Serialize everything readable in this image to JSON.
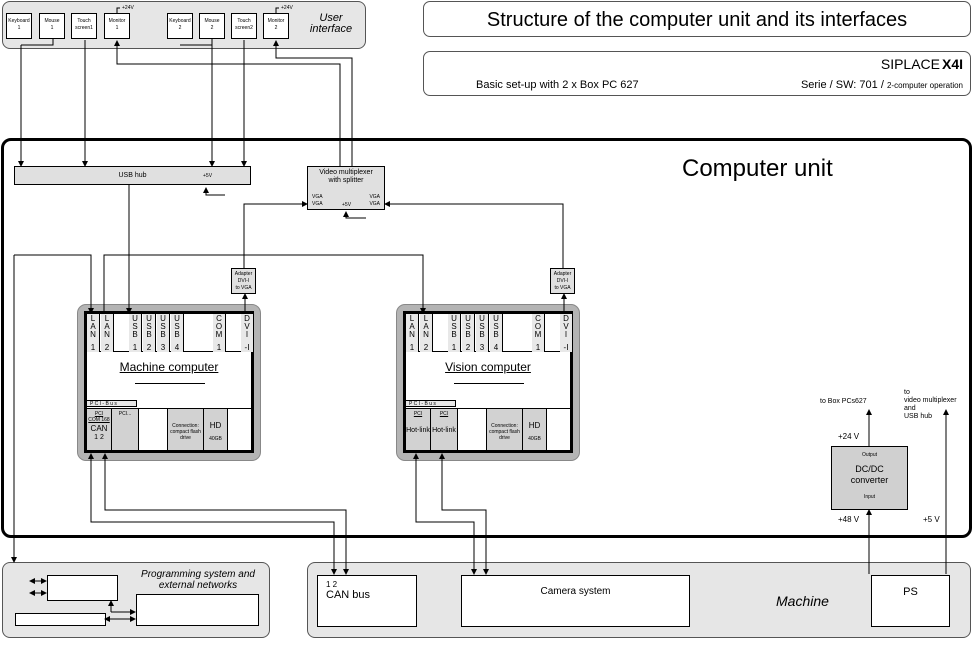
{
  "header": {
    "title": "Structure of the computer unit and its interfaces",
    "product": "SIPLACE",
    "model": "X4I",
    "setup": "Basic set-up with 2 x Box PC 627",
    "series": "Serie / SW: 701 /",
    "mode": "2-computer operation"
  },
  "user_interface": {
    "label_line1": "User",
    "label_line2": "interface",
    "devices": [
      {
        "l1": "Keyboard",
        "l2": "1"
      },
      {
        "l1": "Mouse",
        "l2": "1"
      },
      {
        "l1": "Touch",
        "l2": "screen1"
      },
      {
        "l1": "Monitor",
        "l2": "1"
      },
      {
        "l1": "Keyboard",
        "l2": "2"
      },
      {
        "l1": "Mouse",
        "l2": "2"
      },
      {
        "l1": "Touch",
        "l2": "screen2"
      },
      {
        "l1": "Monitor",
        "l2": "2"
      }
    ],
    "monitor_power": "+24V"
  },
  "computer_unit": {
    "label": "Computer unit",
    "usb_hub": {
      "label": "USB hub",
      "power": "+5V"
    },
    "video_mux": {
      "l1": "Video multiplexer",
      "l2": "with splitter",
      "vga": "VGA",
      "power": "+5V"
    },
    "adapter": {
      "l1": "Adapter",
      "l2": "DVI-I",
      "l3": "to VGA"
    },
    "ports": [
      {
        "t": "L A N",
        "n": "1"
      },
      {
        "t": "L A N",
        "n": "2"
      },
      {
        "t": "U S B",
        "n": "1"
      },
      {
        "t": "U S B",
        "n": "2"
      },
      {
        "t": "U S B",
        "n": "3"
      },
      {
        "t": "U S B",
        "n": "4"
      },
      {
        "t": "C O M",
        "n": "1"
      },
      {
        "t": "D V I",
        "n": "-I"
      }
    ],
    "pci_bus": "P C I - B u s",
    "flash": "Connection: compact flash drive",
    "hd": "HD",
    "hd_size": "40GB",
    "machine_computer": {
      "label": "Machine computer",
      "slot1_top": "PCI",
      "slot1_sub": "COM 168",
      "slot1_main": "CAN",
      "slot1_nums": "1   2",
      "slot2": "PCI..."
    },
    "vision_computer": {
      "label": "Vision computer",
      "slot1_top": "PCI",
      "slot1_main": "Hot-link",
      "slot2_top": "PCI",
      "slot2_main": "Hot-link"
    },
    "dcdc": {
      "output": "Output",
      "l1": "DC/DC",
      "l2": "converter",
      "input": "Input"
    },
    "v24": "+24 V",
    "v48": "+48 V",
    "v5": "+5 V",
    "to_box": "to Box PCs627",
    "to_mux": [
      "to",
      "video multiplexer",
      "and",
      "USB hub"
    ]
  },
  "programming": {
    "l1": "Programming system and",
    "l2": "external networks"
  },
  "machine": {
    "label": "Machine",
    "can_nums": "1  2",
    "can": "CAN bus",
    "camera": "Camera system",
    "ps": "PS"
  }
}
